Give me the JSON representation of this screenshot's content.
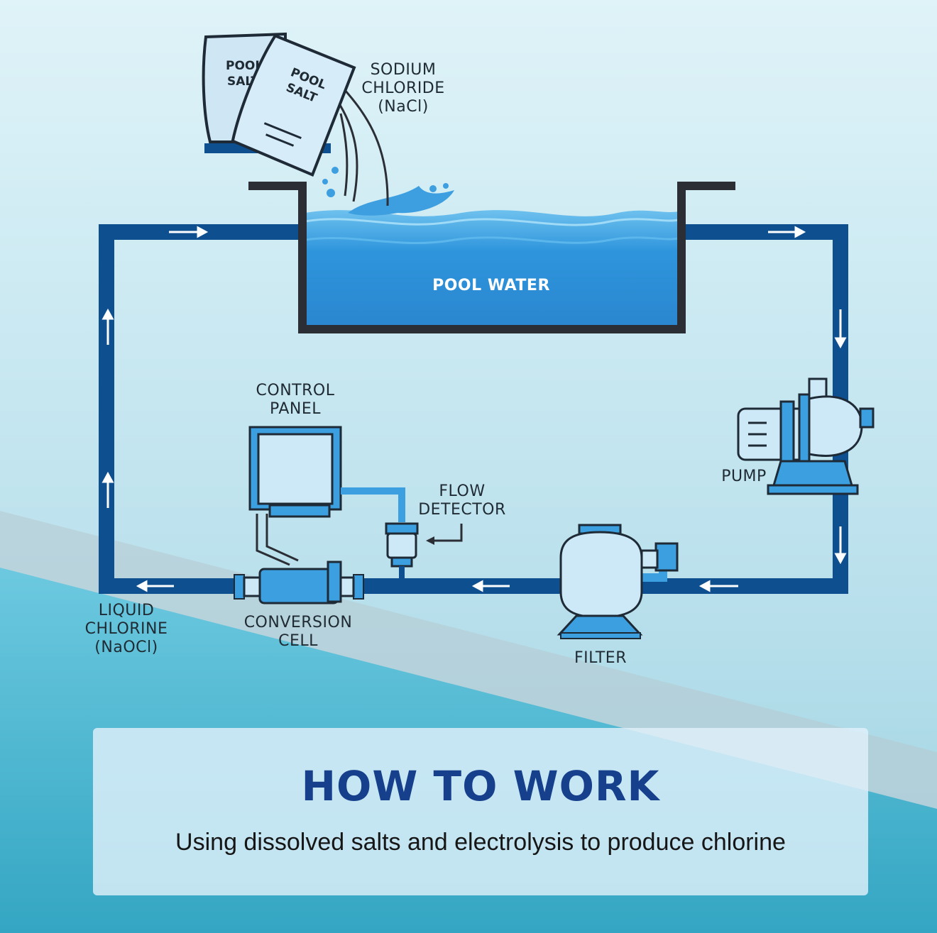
{
  "diagram": {
    "bag_front": {
      "line1": "POOL",
      "line2": "SALT"
    },
    "bag_back": {
      "line1": "POOL",
      "line2": "SALT"
    },
    "sodium_chloride": [
      "SODIUM",
      "CHLORIDE",
      "(NaCl)"
    ],
    "pool_water": "POOL WATER",
    "control_panel": [
      "CONTROL",
      "PANEL"
    ],
    "flow_detector": [
      "FLOW",
      "DETECTOR"
    ],
    "pump": "PUMP",
    "liquid_chlorine": [
      "LIQUID",
      "CHLORINE",
      "(NaOCl)"
    ],
    "conversion_cell": [
      "CONVERSION",
      "CELL"
    ],
    "filter": "FILTER"
  },
  "info": {
    "title": "HOW TO WORK",
    "subtitle": "Using dissolved salts and electrolysis to produce chlorine"
  },
  "colors": {
    "pipe": "#0e4f90",
    "water": "#2a8fd6",
    "equipment_fill": "#cde9f7",
    "equipment_accent": "#3c9fe0",
    "outline": "#1e2a36",
    "title": "#163f8c"
  }
}
